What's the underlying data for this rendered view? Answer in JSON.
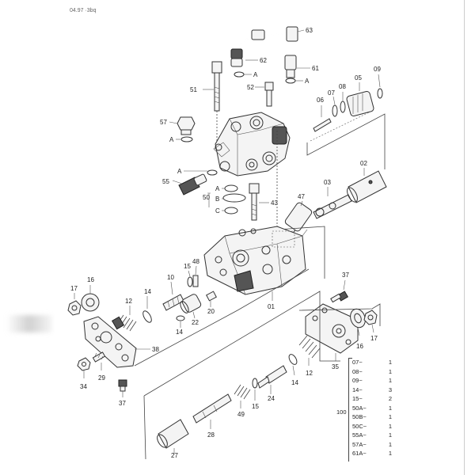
{
  "top_note": "04.97 ·3bq",
  "callouts": {
    "c63": "63",
    "c62": "62",
    "cA62": "A",
    "c61": "61",
    "cA61": "A",
    "c51": "51",
    "c52": "52",
    "c09": "09",
    "c05": "05",
    "c08": "08",
    "c07": "07",
    "c06": "06",
    "c57": "57",
    "cA57": "A",
    "c55": "55",
    "cA55": "A",
    "c50": "50",
    "cA50": "A",
    "cB50": "B",
    "cC50": "C",
    "c43": "43",
    "c47": "47",
    "c03": "03",
    "c02": "02",
    "c17a": "17",
    "c16a": "16",
    "c12a": "12",
    "c14a": "14",
    "c10": "10",
    "c15a": "15",
    "c48": "48",
    "c37a": "37",
    "c01": "01",
    "c22": "22",
    "c20": "20",
    "c14b": "14",
    "c38": "38",
    "c29": "29",
    "c34": "34",
    "c37b": "37",
    "c16b": "16",
    "c17b": "17",
    "c35": "35",
    "c12b": "12",
    "c14c": "14",
    "c24": "24",
    "c15b": "15",
    "c49": "49",
    "c28": "28",
    "c27": "27"
  },
  "qty_group_label": "100",
  "qty_list": [
    {
      "part": "07~",
      "qty": "1"
    },
    {
      "part": "08~",
      "qty": "1"
    },
    {
      "part": "09~",
      "qty": "1"
    },
    {
      "part": "14~",
      "qty": "3"
    },
    {
      "part": "15~",
      "qty": "2"
    },
    {
      "part": "50A~",
      "qty": "1"
    },
    {
      "part": "50B~",
      "qty": "1"
    },
    {
      "part": "50C~",
      "qty": "1"
    },
    {
      "part": "55A~",
      "qty": "1"
    },
    {
      "part": "57A~",
      "qty": "1"
    },
    {
      "part": "61A~",
      "qty": "1"
    }
  ]
}
